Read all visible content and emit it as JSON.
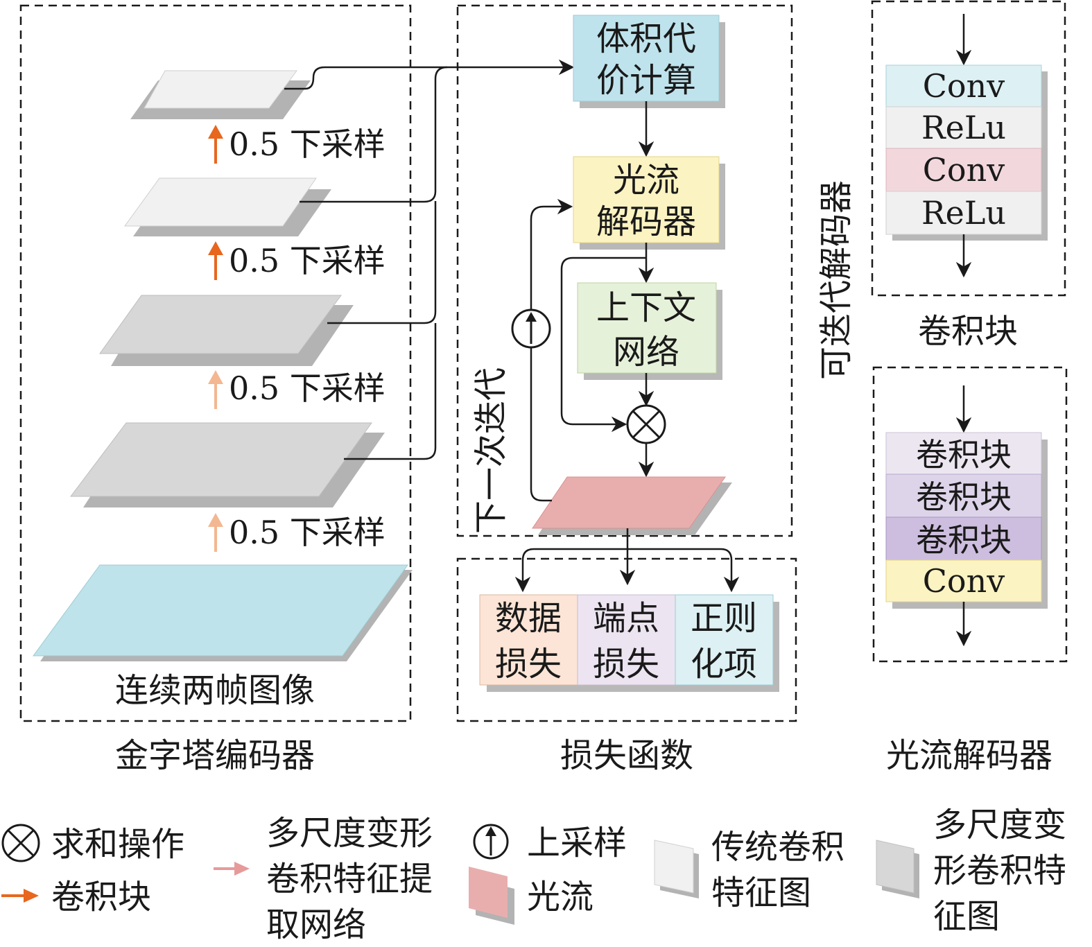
{
  "colors": {
    "cost_box": "#bfe3ec",
    "decoder_box": "#fbf3c2",
    "context_box": "#e6f1d9",
    "flow": "#e8aeae",
    "input_image": "#bfe3ea",
    "traditional_feature": "#f1f1f1",
    "deform_feature": "#d7d7d7",
    "arrow_dark": "#e8661e",
    "arrow_light": "#f3b791",
    "arrow_pink": "#e79a9a",
    "conv_1": "#ddf0f4",
    "relu": "#f0f0f0",
    "conv_2": "#f2d8dd",
    "cb_1": "#ece6f1",
    "cb_2": "#ddd4ea",
    "cb_3": "#cdbedf",
    "conv_final": "#fbf3c2",
    "loss_data": "#fce5d6",
    "loss_endpoint": "#ece4f0",
    "loss_reg": "#ddf0f4"
  },
  "pyramid": {
    "steps": [
      "0.5 下采样",
      "0.5 下采样",
      "0.5 下采样",
      "0.5 下采样"
    ],
    "input_label": "连续两帧图像",
    "section_title": "金字塔编码器"
  },
  "iter": {
    "cost_line1": "体积代",
    "cost_line2": "价计算",
    "decoder_line1": "光流",
    "decoder_line2": "解码器",
    "context_line1": "上下文",
    "context_line2": "网络",
    "next_iter": "下一次迭代",
    "side_title": "可迭代解码器"
  },
  "loss": {
    "items": [
      {
        "line1": "数据",
        "line2": "损失"
      },
      {
        "line1": "端点",
        "line2": "损失"
      },
      {
        "line1": "正则",
        "line2": "化项"
      }
    ],
    "section_title": "损失函数"
  },
  "conv_block": {
    "layers": [
      "Conv",
      "ReLu",
      "Conv",
      "ReLu"
    ],
    "title": "卷积块"
  },
  "flow_decoder": {
    "layers": [
      "卷积块",
      "卷积块",
      "卷积块",
      "Conv"
    ],
    "title": "光流解码器"
  },
  "legend": {
    "sum": "求和操作",
    "conv_block": "卷积块",
    "deform_net_line1": "多尺度变形",
    "deform_net_line2": "卷积特征提",
    "deform_net_line3": "取网络",
    "upsample": "上采样",
    "flow": "光流",
    "trad_line1": "传统卷积",
    "trad_line2": "特征图",
    "deform_line1": "多尺度变",
    "deform_line2": "形卷积特",
    "deform_line3": "征图"
  }
}
